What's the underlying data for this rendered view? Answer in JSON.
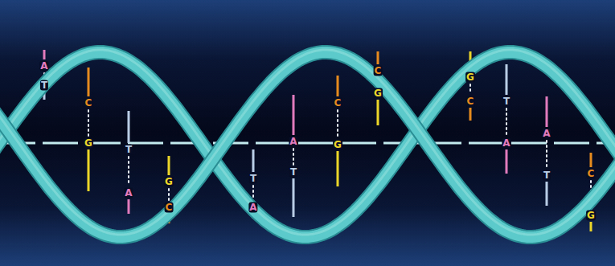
{
  "diagram": {
    "labels": [
      "A",
      "T",
      "C",
      "G",
      "T",
      "A",
      "G",
      "C",
      "T",
      "A",
      "A",
      "T",
      "C",
      "G",
      "C",
      "G",
      "G",
      "C",
      "T",
      "A",
      "A",
      "T",
      "C",
      "G"
    ]
  }
}
